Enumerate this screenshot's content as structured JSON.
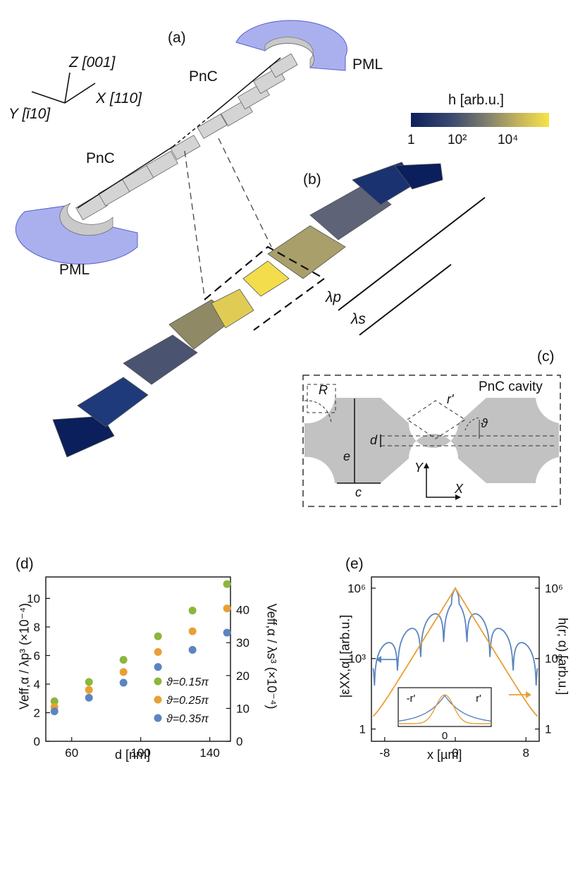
{
  "panels": {
    "a": "(a)",
    "b": "(b)",
    "c": "(c)",
    "d": "(d)",
    "e": "(e)"
  },
  "panel_a": {
    "axis_z": "Z [001]",
    "axis_x": "X [110]",
    "axis_y": "Y [ī10]",
    "pnc_top": "PnC",
    "pnc_left": "PnC",
    "pml_top": "PML",
    "pml_bottom": "PML"
  },
  "colorbar": {
    "title": "h [arb.u.]",
    "tick_1": "1",
    "tick_2": "10²",
    "tick_3": "10⁴",
    "colors": [
      "#0b1f5c",
      "#3c4a6e",
      "#807f6e",
      "#c9b85a",
      "#f7e34a"
    ]
  },
  "panel_b": {
    "lambda_p": "λp",
    "lambda_s": "λs"
  },
  "panel_c": {
    "title": "PnC cavity",
    "R": "R",
    "r_prime": "r'",
    "theta": "ϑ",
    "d": "d",
    "e": "e",
    "c": "c",
    "axis_y": "Y",
    "axis_x": "X"
  },
  "chart_data": [
    {
      "type": "scatter",
      "xlabel": "d [nm]",
      "ylabel_left": "Veff,α / λp³ (×10⁻⁴)",
      "ylabel_right": "Veff,α / λs³ (×10⁻⁴)",
      "xlim": [
        45,
        152
      ],
      "ylim_left": [
        0,
        11.5
      ],
      "ylim_right": [
        0,
        50
      ],
      "xticks": [
        60,
        100,
        140
      ],
      "yticks_left": [
        0,
        2,
        4,
        6,
        8,
        10
      ],
      "yticks_right": [
        0,
        10,
        20,
        30,
        40
      ],
      "x": [
        50,
        70,
        90,
        110,
        130,
        150
      ],
      "series": [
        {
          "name": "ϑ=0.15π",
          "color": "#8cb63c",
          "values": [
            2.8,
            4.15,
            5.7,
            7.35,
            9.15,
            11.0
          ]
        },
        {
          "name": "ϑ=0.25π",
          "color": "#e8a035",
          "values": [
            2.4,
            3.6,
            4.85,
            6.25,
            7.7,
            9.3
          ]
        },
        {
          "name": "ϑ=0.35π",
          "color": "#5b85c0",
          "values": [
            2.1,
            3.05,
            4.1,
            5.2,
            6.4,
            7.6
          ]
        }
      ],
      "legend_position": "lower-right"
    },
    {
      "type": "line",
      "xlabel": "x [µm]",
      "ylabel_left": "|εXX,α| [arb.u.]",
      "ylabel_right": "h(r; α) [arb.u.]",
      "xlim": [
        -9.5,
        9.5
      ],
      "yscale": "log",
      "ylim": [
        0.3,
        3000000
      ],
      "xticks": [
        -8,
        0,
        8
      ],
      "yticks": [
        "1",
        "10³",
        "10⁶"
      ],
      "series": [
        {
          "name": "|εXX,α|",
          "color": "#5b85c0",
          "axis": "left"
        },
        {
          "name": "h(r; α)",
          "color": "#e8a035",
          "axis": "right"
        }
      ],
      "inset": {
        "xticks": [
          "-r'",
          "0",
          "r'"
        ]
      }
    }
  ]
}
